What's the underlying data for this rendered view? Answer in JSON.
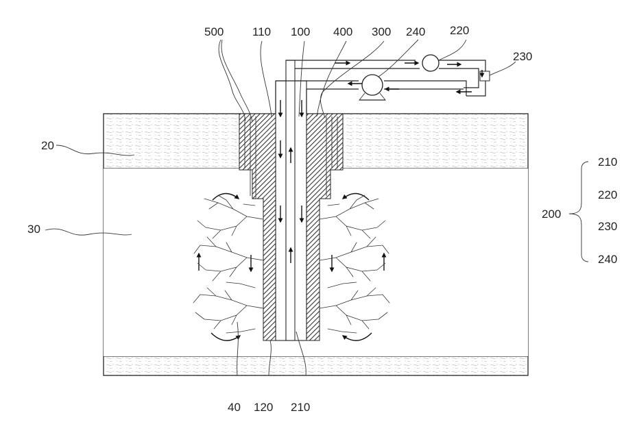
{
  "labels": {
    "l500": "500",
    "l110": "110",
    "l100": "100",
    "l400": "400",
    "l300": "300",
    "l240_top": "240",
    "l220_top": "220",
    "l230": "230",
    "l20": "20",
    "l30": "30",
    "l200": "200",
    "l40": "40",
    "l120": "120",
    "l210_bottom": "210",
    "group": [
      "210",
      "220",
      "230",
      "240"
    ]
  }
}
